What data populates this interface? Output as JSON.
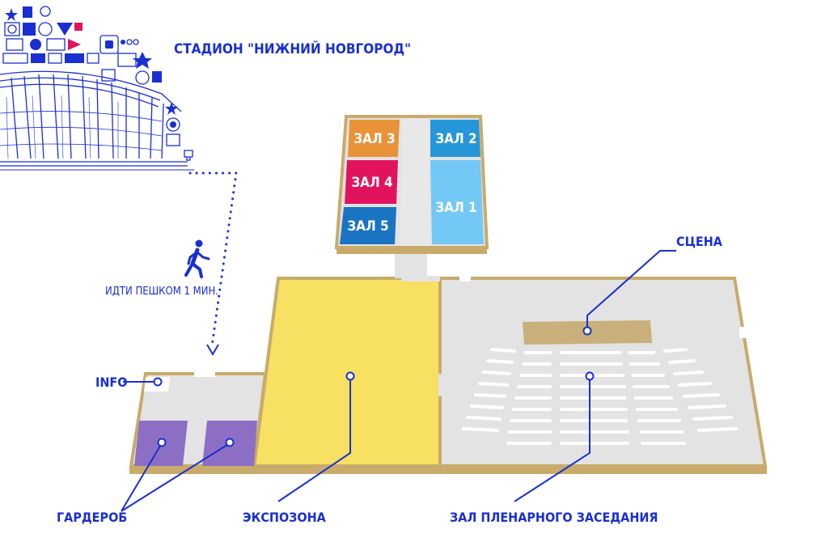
{
  "title": "СТАДИОН \"НИЖНИЙ НОВГОРОД\"",
  "walk_text": "ИДТИ ПЕШКОМ 1 МИН.",
  "halls": {
    "zal1": "ЗАЛ 1",
    "zal2": "ЗАЛ 2",
    "zal3": "ЗАЛ 3",
    "zal4": "ЗАЛ 4",
    "zal5": "ЗАЛ 5"
  },
  "labels": {
    "info": "INFO",
    "stage": "СЦЕНА",
    "wardrobe": "ГАРДЕРОБ",
    "expo": "ЭКСПОЗОНА",
    "plenary": "ЗАЛ ПЛЕНАРНОГО ЗАСЕДАНИЯ"
  },
  "icons": {
    "walker": "walking-person-icon",
    "stadium": "stadium-illustration"
  },
  "colors": {
    "accent": "#1a2fd1",
    "zal1": "#73c8f5",
    "zal2": "#2596d8",
    "zal3": "#e89338",
    "zal4": "#e2135e",
    "zal5": "#1b74c2",
    "expo": "#f7e062",
    "wardrobe": "#8c6fc4",
    "stage": "#c9af79",
    "floor": "#e3e3e3",
    "wall": "#c8ab6b"
  }
}
